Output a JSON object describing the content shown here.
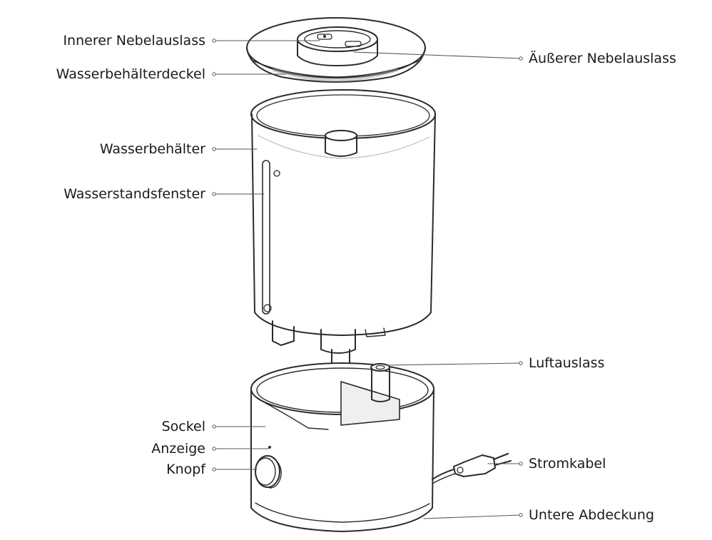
{
  "labels": {
    "inner_mist_outlet": "Innerer Nebelauslass",
    "outer_mist_outlet": "Äußerer Nebelauslass",
    "tank_lid": "Wasserbehälterdeckel",
    "water_tank": "Wasserbehälter",
    "water_level_window": "Wasserstandsfenster",
    "air_outlet": "Luftauslass",
    "base": "Sockel",
    "indicator": "Anzeige",
    "knob": "Knopf",
    "power_cord": "Stromkabel",
    "bottom_cover": "Untere Abdeckung"
  },
  "colors": {
    "line": "#2b2b2b",
    "text": "#1a1a1a",
    "shade": "#d9d9d9"
  }
}
